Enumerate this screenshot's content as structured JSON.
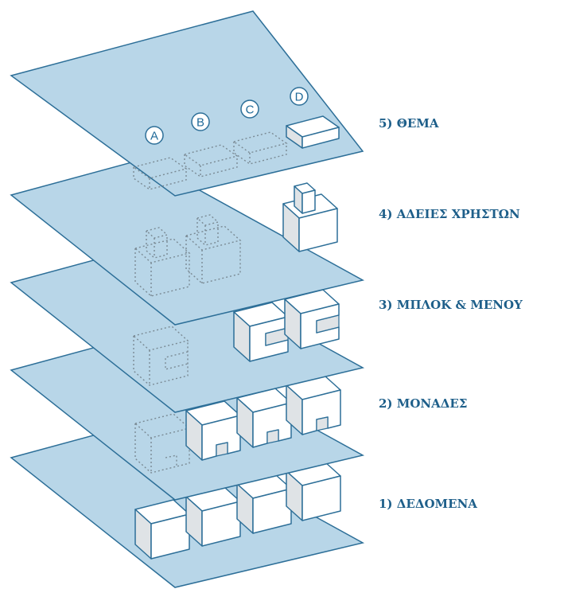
{
  "colors": {
    "plane_fill": "#b8d6e8",
    "plane_stroke": "#2d6f98",
    "label": "#1e5f8a",
    "block_stroke": "#2d6f98",
    "block_top": "#ffffff",
    "block_front": "#ffffff",
    "block_side": "#dfe3e6",
    "ghost_stroke": "#7a8a94"
  },
  "layers": [
    {
      "id": "data",
      "label": "1) ΔΕΔΟΜΕΝΑ"
    },
    {
      "id": "modules",
      "label": "2) ΜΟΝΑΔΕΣ"
    },
    {
      "id": "blocks-menus",
      "label": "3) ΜΠΛΟΚ & ΜΕΝΟΥ"
    },
    {
      "id": "user-permissions",
      "label": "4) ΑΔΕΙΕΣ ΧΡΗΣΤΩΝ"
    },
    {
      "id": "theme",
      "label": "5) ΘΕΜΑ"
    }
  ],
  "theme_markers": [
    "A",
    "B",
    "C",
    "D"
  ]
}
